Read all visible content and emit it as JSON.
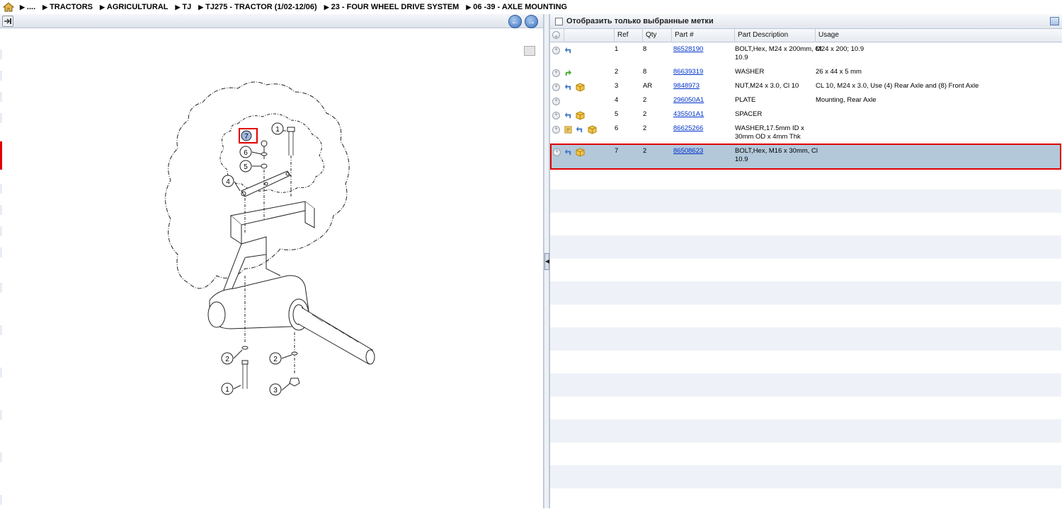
{
  "breadcrumb": {
    "items": [
      "....",
      "TRACTORS",
      "AGRICULTURAL",
      "TJ",
      "TJ275 - TRACTOR (1/02-12/06)",
      "23 - FOUR WHEEL DRIVE SYSTEM",
      "06 -39 - AXLE MOUNTING"
    ]
  },
  "nav": {
    "back_glyph": "←",
    "forward_glyph": "→"
  },
  "filter": {
    "label": "Отобразить только выбранные метки"
  },
  "columns": {
    "ref": "Ref",
    "qty": "Qty",
    "part": "Part #",
    "desc": "Part Description",
    "usage": "Usage"
  },
  "parts": [
    {
      "ref": "1",
      "qty": "8",
      "part": "86528190",
      "desc1": "BOLT,Hex, M24 x 200mm, Cl",
      "desc2": "10.9",
      "usage": "M24 x 200; 10.9",
      "icons": [
        "return"
      ]
    },
    {
      "ref": "2",
      "qty": "8",
      "part": "86639319",
      "desc1": "WASHER",
      "desc2": "",
      "usage": "26 x 44 x 5 mm",
      "icons": [
        "forward"
      ]
    },
    {
      "ref": "3",
      "qty": "AR",
      "part": "9848973",
      "desc1": "NUT,M24 x 3.0, Cl 10",
      "desc2": "",
      "usage": "CL 10, M24 x 3.0, Use (4) Rear Axle and (8) Front Axle",
      "icons": [
        "return",
        "box"
      ]
    },
    {
      "ref": "4",
      "qty": "2",
      "part": "296050A1",
      "desc1": "PLATE",
      "desc2": "",
      "usage": "Mounting, Rear Axle",
      "icons": []
    },
    {
      "ref": "5",
      "qty": "2",
      "part": "435501A1",
      "desc1": "SPACER",
      "desc2": "",
      "usage": "",
      "icons": [
        "return",
        "box"
      ]
    },
    {
      "ref": "6",
      "qty": "2",
      "part": "86625266",
      "desc1": "WASHER,17.5mm ID x",
      "desc2": "30mm OD x 4mm Thk",
      "usage": "",
      "icons": [
        "note",
        "return",
        "box"
      ]
    },
    {
      "ref": "7",
      "qty": "2",
      "part": "86508623",
      "desc1": "BOLT,Hex, M16 x 30mm, Cl",
      "desc2": "10.9",
      "usage": "",
      "icons": [
        "return",
        "box"
      ],
      "selected": true
    }
  ],
  "diagram": {
    "callouts": [
      "1",
      "6",
      "5",
      "4",
      "2",
      "2",
      "1",
      "3",
      "7"
    ],
    "selected_ref": "7"
  },
  "colors": {
    "selected_row": "#b3c8d9",
    "highlight": "#e00000",
    "link": "#0033cc"
  }
}
